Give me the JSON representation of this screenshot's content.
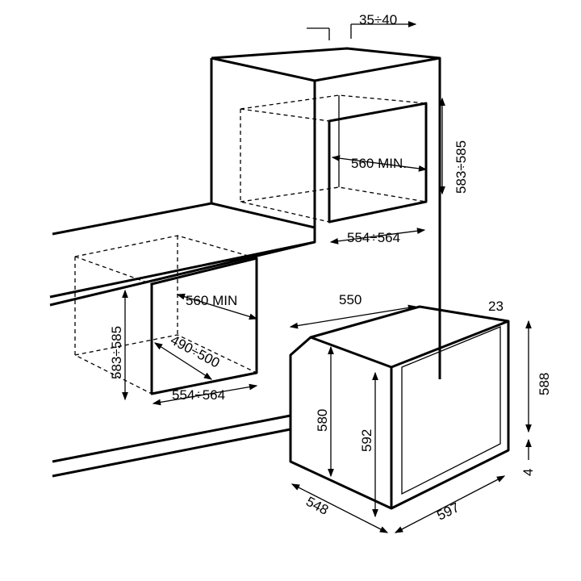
{
  "title": "Oven installation dimensions",
  "column_niche": {
    "gap": "35÷40",
    "height": "583÷585",
    "depth_min": "560 MIN.",
    "width": "554÷564"
  },
  "undercounter_niche": {
    "depth_min": "560 MIN",
    "height": "583÷585",
    "inner_depth": "490÷500",
    "width": "554÷564"
  },
  "oven": {
    "depth": "550",
    "door_thickness": "23",
    "front_height": "588",
    "body_height": "580",
    "height": "592",
    "bottom_gap": "4",
    "side_depth": "548",
    "width": "597"
  }
}
